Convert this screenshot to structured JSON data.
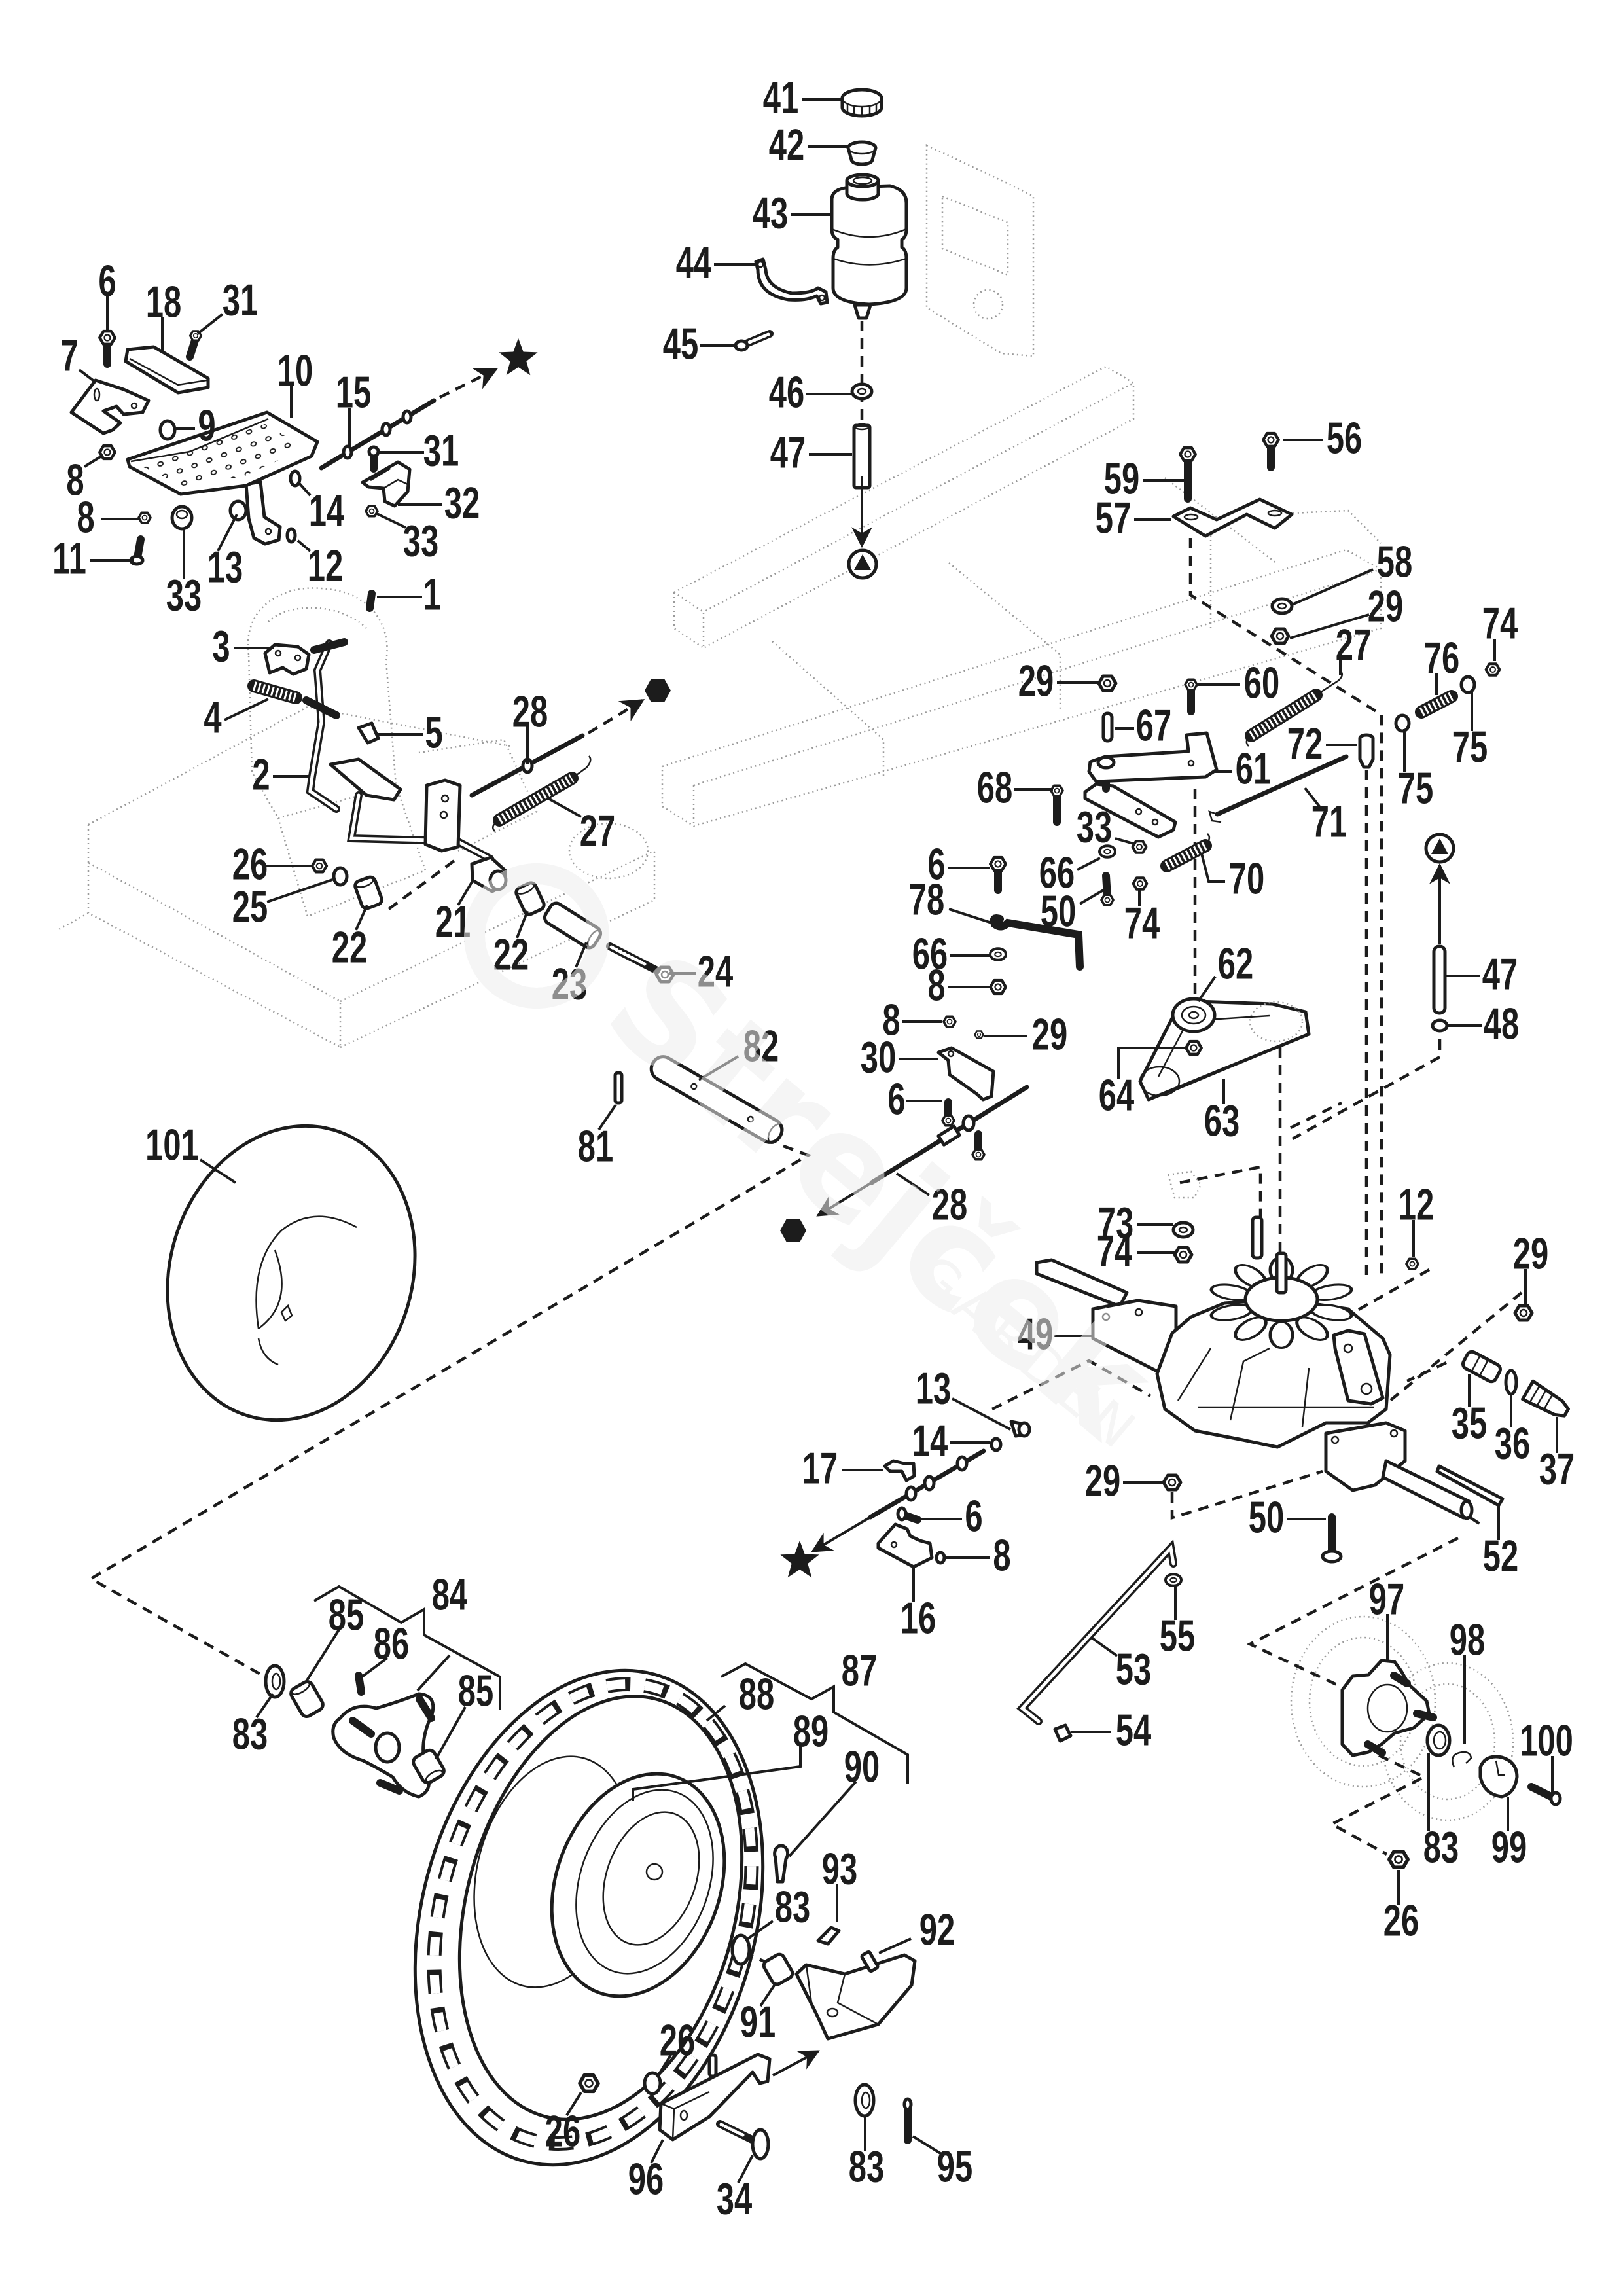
{
  "callouts": {
    "footrest": [
      "6",
      "18",
      "31",
      "7",
      "10",
      "15",
      "9",
      "8",
      "31",
      "32",
      "14",
      "8",
      "33",
      "11",
      "13",
      "12",
      "33",
      "1"
    ],
    "pedal_linkage": [
      "3",
      "4",
      "5",
      "2",
      "28",
      "27",
      "26",
      "25",
      "22",
      "21",
      "22",
      "23",
      "24",
      "82",
      "81",
      "28"
    ],
    "inner_tube": "101",
    "reservoir": [
      "41",
      "42",
      "43",
      "44",
      "45",
      "46",
      "47"
    ],
    "control_linkage": [
      "56",
      "59",
      "57",
      "58",
      "29",
      "74",
      "76",
      "75",
      "75",
      "27",
      "29",
      "60",
      "67",
      "61",
      "72",
      "71",
      "68",
      "33",
      "66",
      "70",
      "50",
      "74",
      "6",
      "78",
      "66",
      "8",
      "8",
      "29",
      "30",
      "6",
      "62",
      "64",
      "63",
      "47",
      "48"
    ],
    "transaxle": [
      "73",
      "74",
      "12",
      "29",
      "49",
      "35",
      "36",
      "37",
      "29",
      "50",
      "52"
    ],
    "cable_lower": [
      "13",
      "14",
      "17",
      "6",
      "8",
      "16",
      "55",
      "53",
      "54"
    ],
    "wheel_assembly": [
      "84",
      "85",
      "86",
      "85",
      "83",
      "87",
      "88",
      "89",
      "90",
      "93",
      "83",
      "92",
      "91",
      "26",
      "26",
      "96",
      "34",
      "83",
      "95"
    ],
    "hub_assembly": [
      "97",
      "98",
      "100",
      "99",
      "83",
      "26"
    ]
  },
  "reference_markers": [
    {
      "symbol": "star",
      "icon": "star-icon"
    },
    {
      "symbol": "hexagon",
      "icon": "hexagon-icon"
    },
    {
      "symbol": "triangle-in-circle",
      "icon": "circle-triangle-icon"
    }
  ],
  "watermark": {
    "brand": "Strejček",
    "tagline": "GARDEN"
  },
  "colors": {
    "ink": "#1c1c1c",
    "ghost_lines": "#9a9a9a",
    "watermark": "#ececec",
    "background": "#ffffff"
  }
}
